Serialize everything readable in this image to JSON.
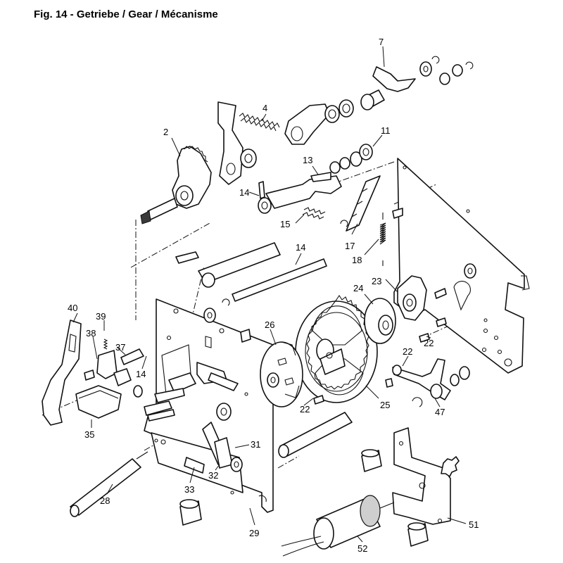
{
  "title": "Fig. 14 - Getriebe / Gear / Mécanisme",
  "callouts": {
    "c2": "2",
    "c4": "4",
    "c7": "7",
    "c11": "11",
    "c13": "13",
    "c14a": "14",
    "c14b": "14",
    "c14c": "14",
    "c15": "15",
    "c17": "17",
    "c18": "18",
    "c22a": "22",
    "c22b": "22",
    "c22c": "22",
    "c23": "23",
    "c24": "24",
    "c25": "25",
    "c26": "26",
    "c28": "28",
    "c29": "29",
    "c31": "31",
    "c32": "32",
    "c33": "33",
    "c35": "35",
    "c37": "37",
    "c38": "38",
    "c39": "39",
    "c40": "40",
    "c47": "47",
    "c51": "51",
    "c52": "52"
  }
}
